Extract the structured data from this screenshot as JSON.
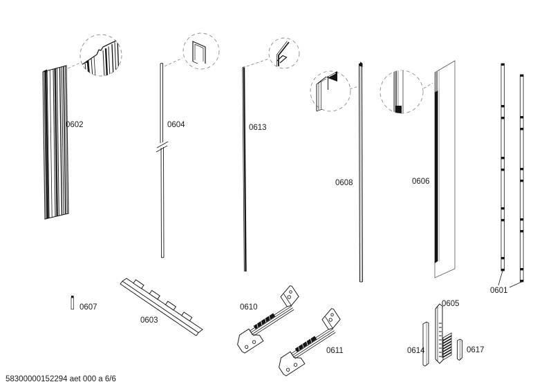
{
  "page": {
    "footer_text": "58300000152294 aet 000 a 6/6"
  },
  "colors": {
    "line": "#1a1a1a",
    "detail_circle": "#8a8a8a",
    "dark_fill": "#141414",
    "gray_fill": "#999999",
    "background": "#ffffff"
  },
  "parts": [
    {
      "label": "0602"
    },
    {
      "label": "0604"
    },
    {
      "label": "0613"
    },
    {
      "label": "0608"
    },
    {
      "label": "0606"
    },
    {
      "label": "0601"
    },
    {
      "label": "0607"
    },
    {
      "label": "0603"
    },
    {
      "label": "0610"
    },
    {
      "label": "0611"
    },
    {
      "label": "0605"
    },
    {
      "label": "0614"
    },
    {
      "label": "0617"
    }
  ]
}
